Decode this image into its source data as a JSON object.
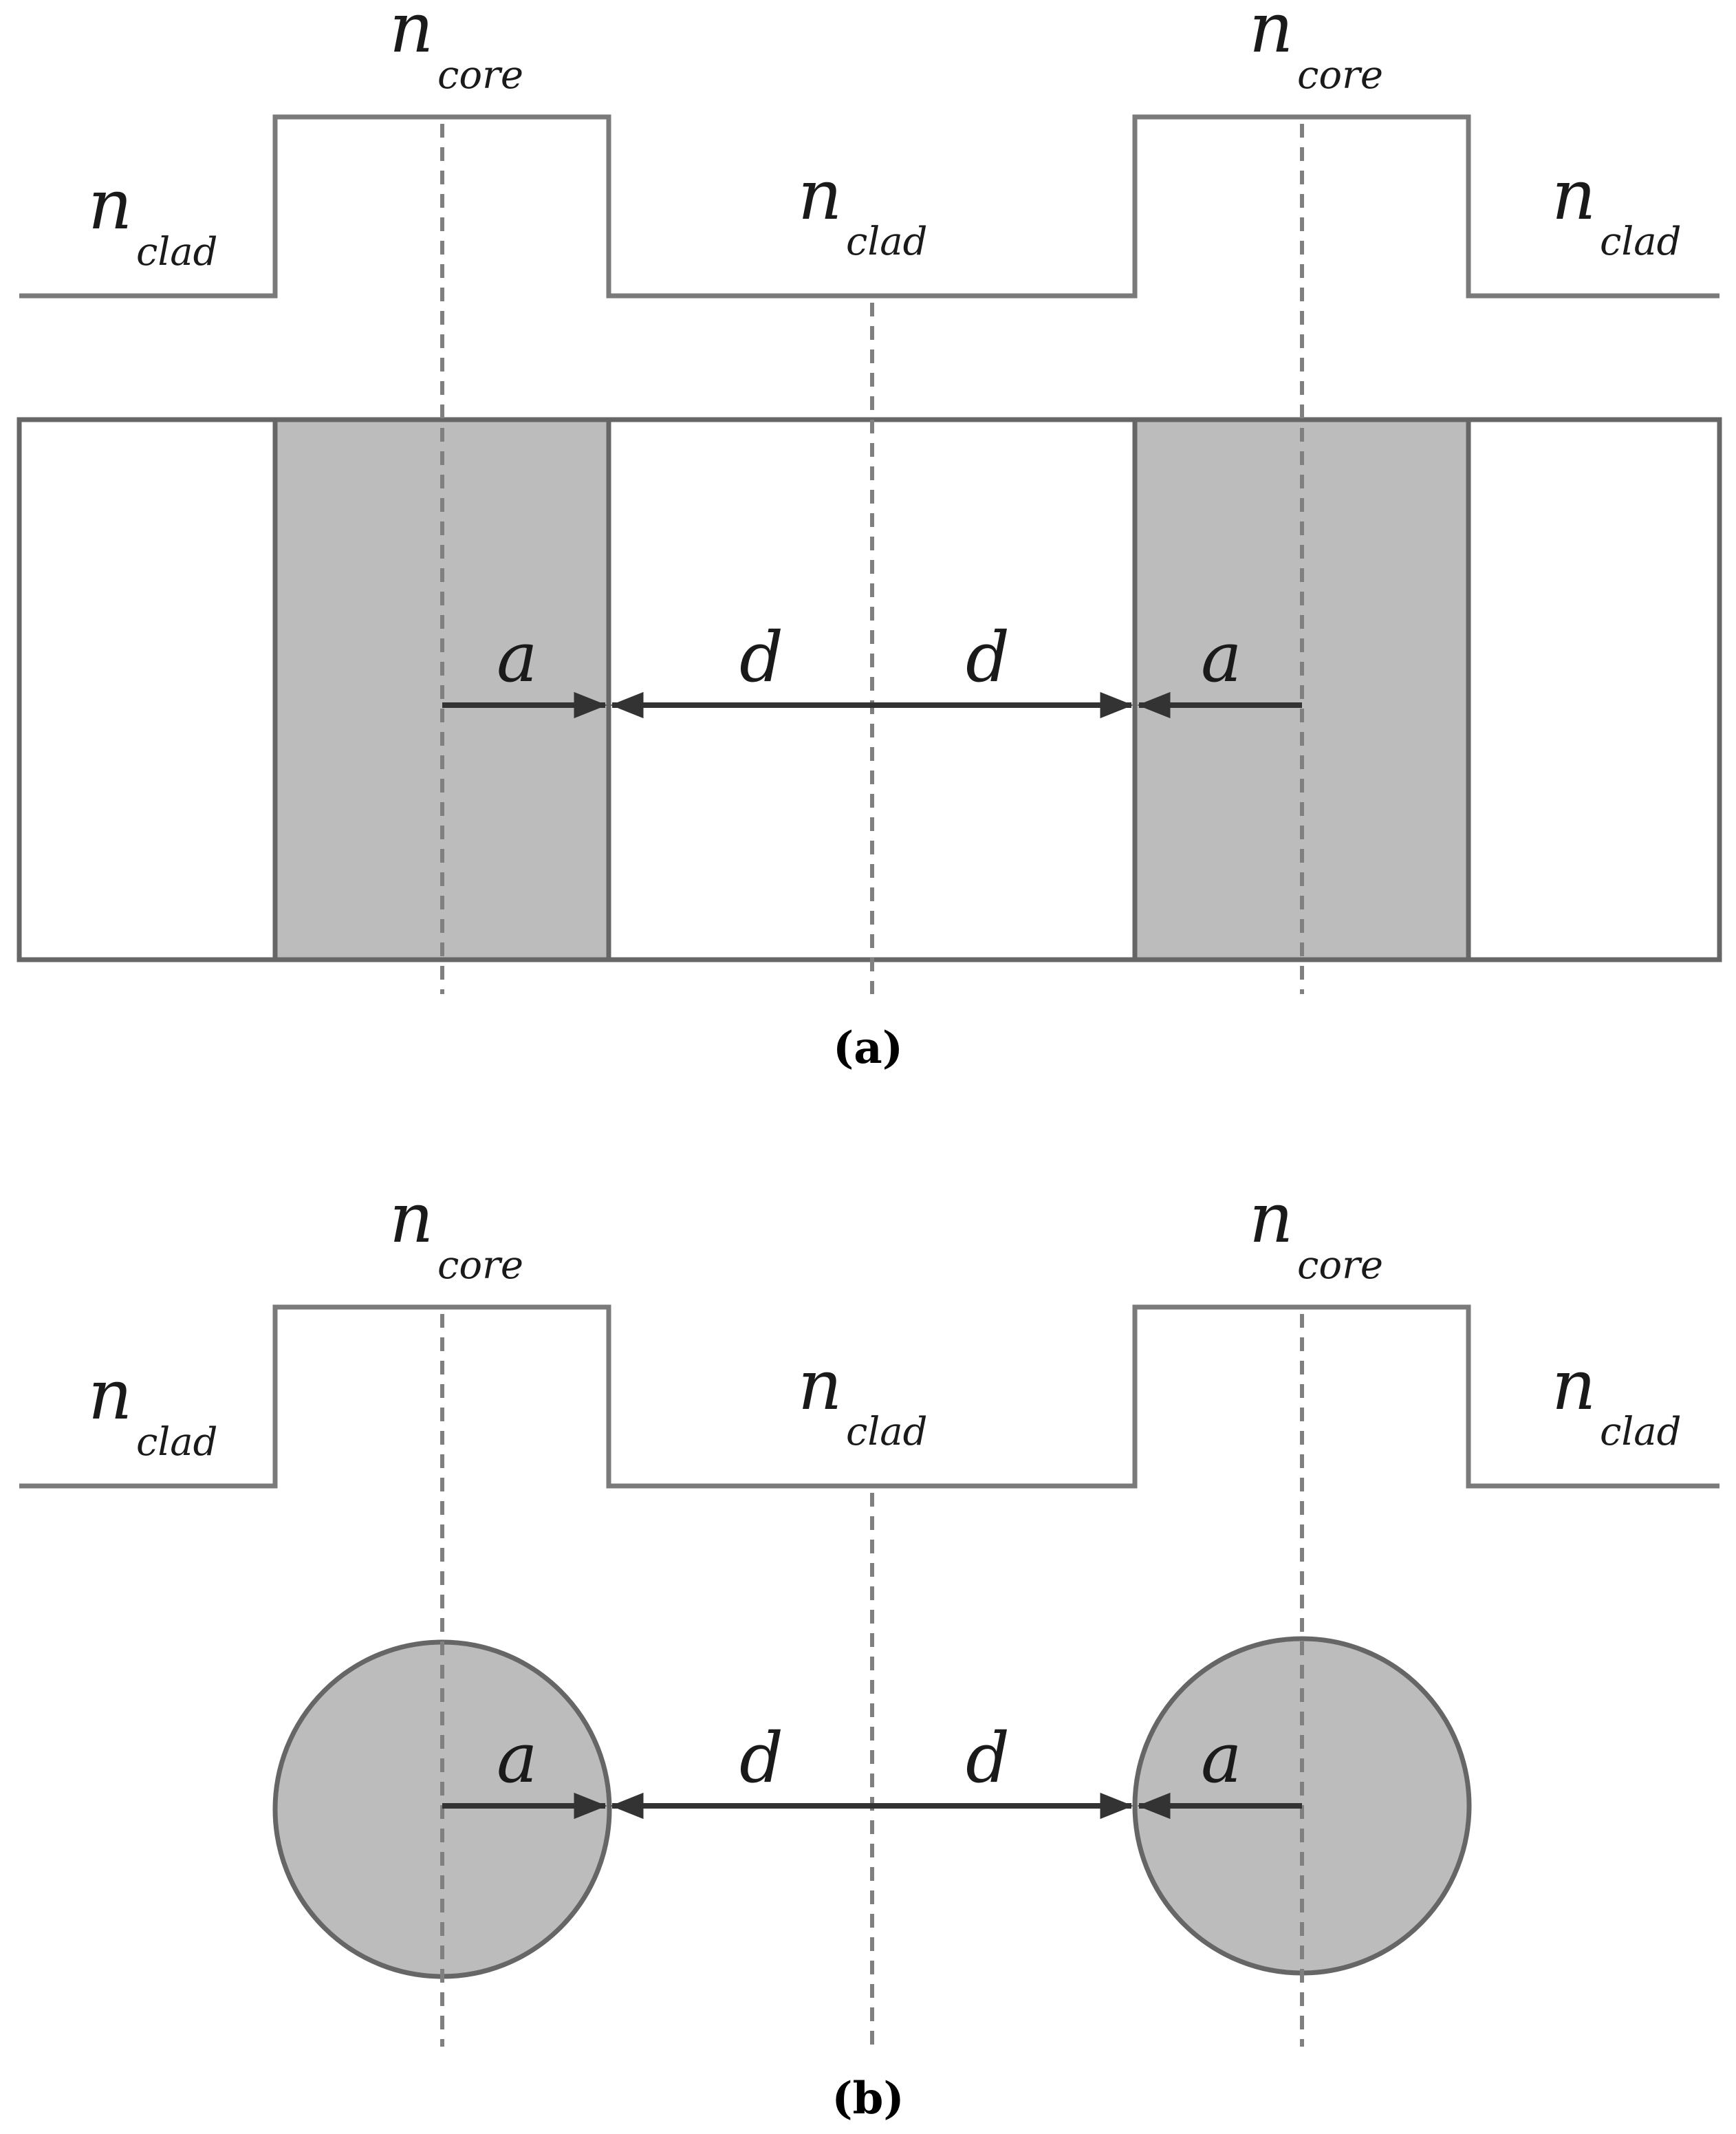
{
  "colors": {
    "core": "#bcbcbc",
    "outline": "#666666",
    "profile": "#7a7a7a",
    "guide": "#808080",
    "arrow": "#333333"
  },
  "labels": {
    "n": "n",
    "core_sub": "core",
    "clad_sub": "clad",
    "radius": "a",
    "half_separation": "d"
  },
  "panels": {
    "a": {
      "caption": "(a)",
      "core_shape": "rectangular slab"
    },
    "b": {
      "caption": "(b)",
      "core_shape": "circular"
    }
  }
}
